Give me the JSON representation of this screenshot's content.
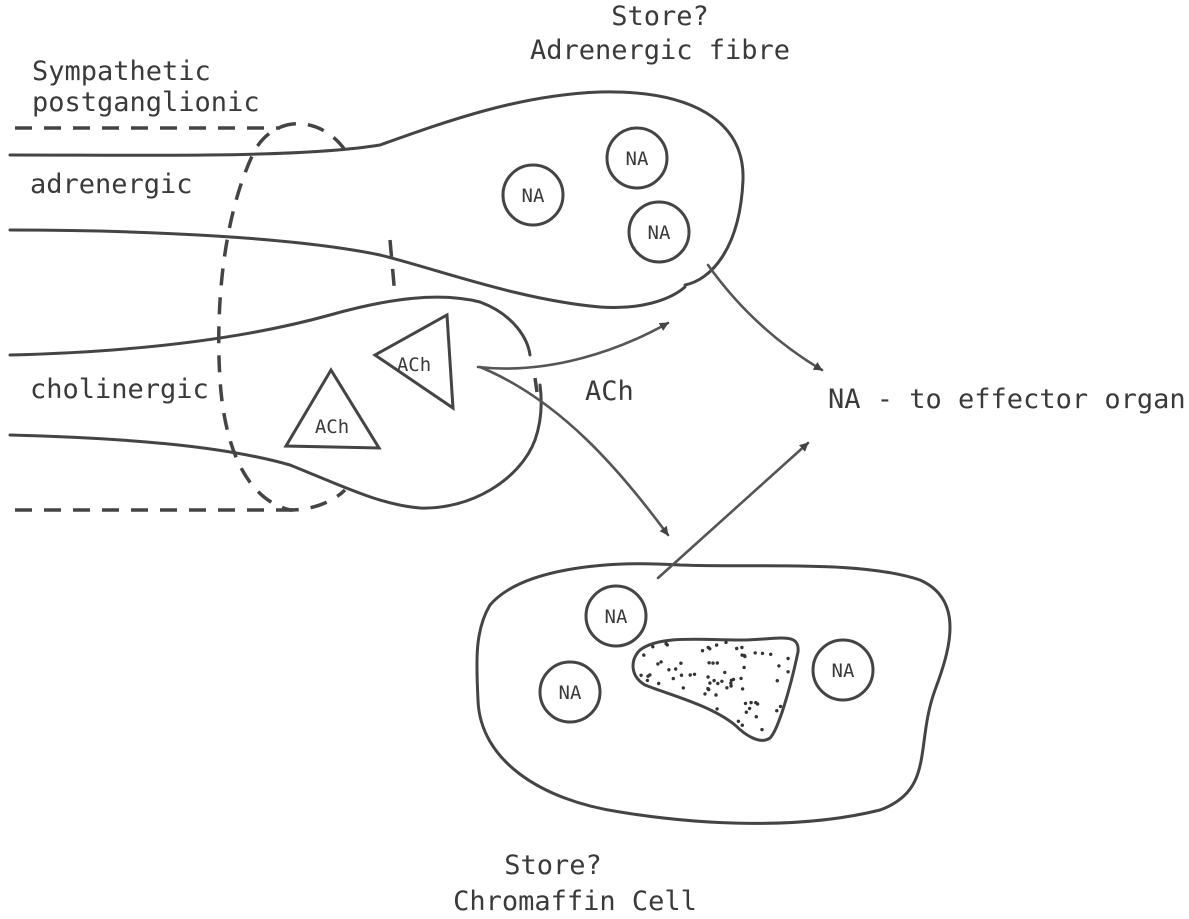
{
  "labels": {
    "sympathetic_line1": "Sympathetic",
    "sympathetic_line2": "postganglionic",
    "adrenergic": "adrenergic",
    "cholinergic": "cholinergic",
    "adrenergic_store_line1": "Store?",
    "adrenergic_store_line2": "Adrenergic fibre",
    "ach_arrow": "ACh",
    "effector": "NA - to effector organ",
    "chromaffin_store_line1": "Store?",
    "chromaffin_store_line2": "Chromaffin Cell"
  },
  "vesicles": {
    "na": "NA",
    "ach": "ACh"
  }
}
